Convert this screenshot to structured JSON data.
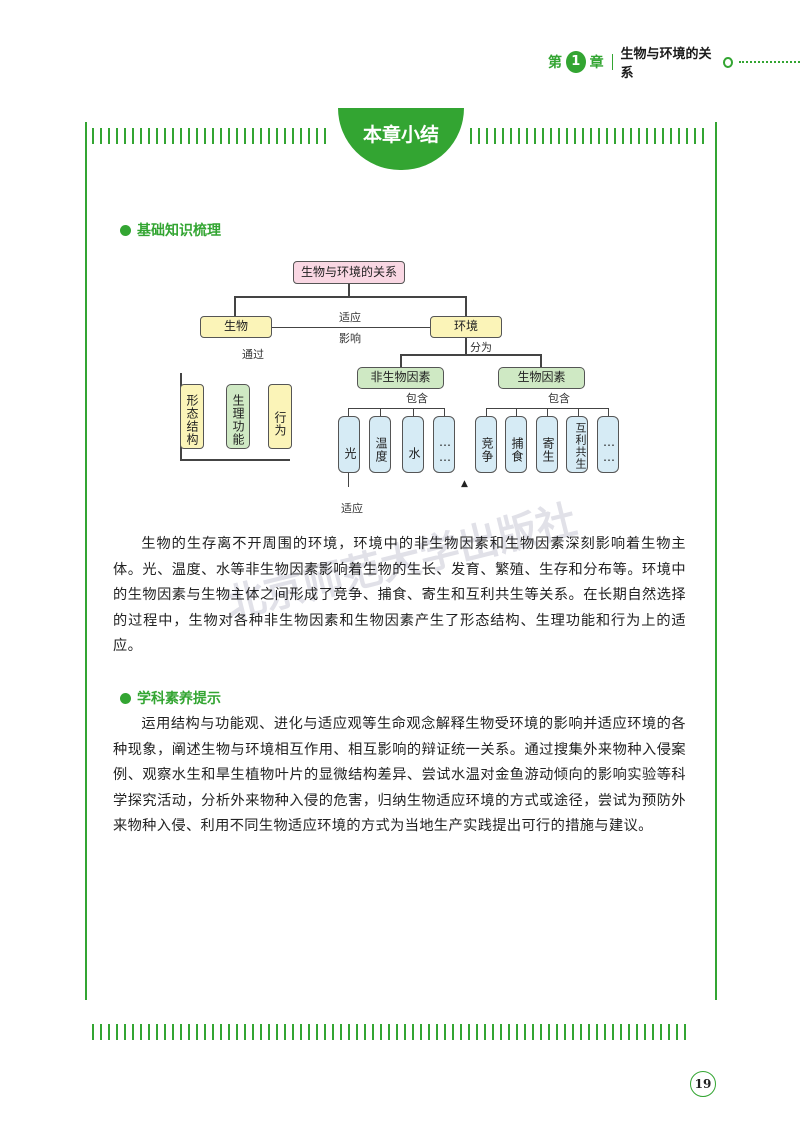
{
  "header": {
    "chapter_prefix": "第",
    "chapter_number": "1",
    "chapter_suffix": "章",
    "chapter_title": "生物与环境的关系"
  },
  "badge": "本章小结",
  "section1": {
    "title": "基础知识梳理"
  },
  "diagram": {
    "root": "生物与环境的关系",
    "organism": "生物",
    "environment": "环境",
    "adapt_label": "适应",
    "influence_label": "影响",
    "through_label": "通过",
    "divide_label": "分为",
    "abiotic": "非生物因素",
    "biotic": "生物因素",
    "include_label_1": "包含",
    "include_label_2": "包含",
    "bottom_adapt_label": "适应",
    "organism_items": [
      "形态结构",
      "生理功能",
      "行为"
    ],
    "abiotic_items": [
      "光",
      "温度",
      "水",
      "……"
    ],
    "biotic_items": [
      "竞争",
      "捕食",
      "寄生",
      "互利共生",
      "……"
    ]
  },
  "paragraph1": "生物的生存离不开周围的环境，环境中的非生物因素和生物因素深刻影响着生物主体。光、温度、水等非生物因素影响着生物的生长、发育、繁殖、生存和分布等。环境中的生物因素与生物主体之间形成了竞争、捕食、寄生和互利共生等关系。在长期自然选择的过程中，生物对各种非生物因素和生物因素产生了形态结构、生理功能和行为上的适应。",
  "section2": {
    "title": "学科素养提示"
  },
  "paragraph2": "运用结构与功能观、进化与适应观等生命观念解释生物受环境的影响并适应环境的各种现象，阐述生物与环境相互作用、相互影响的辩证统一关系。通过搜集外来物种入侵案例、观察水生和旱生植物叶片的显微结构差异、尝试水温对金鱼游动倾向的影响实验等科学探究活动，分析外来物种入侵的危害，归纳生物适应环境的方式或途径，尝试为预防外来物种入侵、利用不同生物适应环境的方式为当地生产实践提出可行的措施与建议。",
  "watermark": "北京师范大学出版社",
  "page_number": "19",
  "colors": {
    "accent": "#33a532",
    "pink": "#f9d7e3",
    "yellow": "#fbf4b8",
    "green": "#cfe9c4",
    "blue": "#d6ebf5"
  }
}
